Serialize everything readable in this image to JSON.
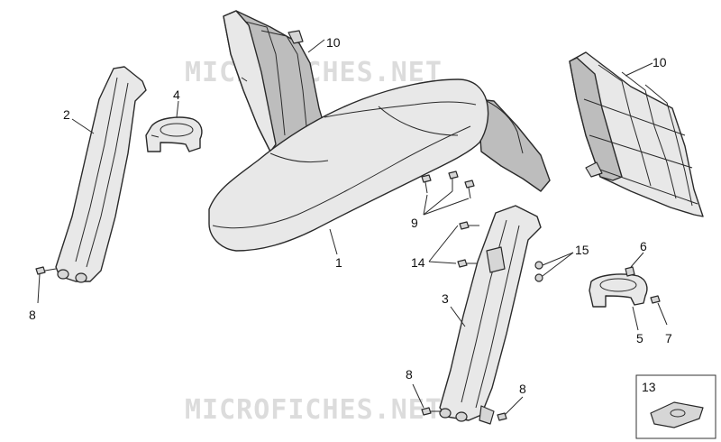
{
  "watermark": {
    "text_top": "MICROFICHES.NET",
    "text_bottom": "MICROFICHES.NET"
  },
  "callouts": {
    "c1": "1",
    "c2": "2",
    "c3": "3",
    "c4": "4",
    "c5": "5",
    "c6": "6",
    "c7": "7",
    "c8_left": "8",
    "c8_mid": "8",
    "c8_right": "8",
    "c9": "9",
    "c10_left": "10",
    "c10_right": "10",
    "c13": "13",
    "c14": "14",
    "c15": "15"
  },
  "colors": {
    "line": "#2a2a2a",
    "fill_light": "#e8e8e8",
    "fill_dark": "#bdbdbd",
    "watermark": "#dcdcdc"
  }
}
